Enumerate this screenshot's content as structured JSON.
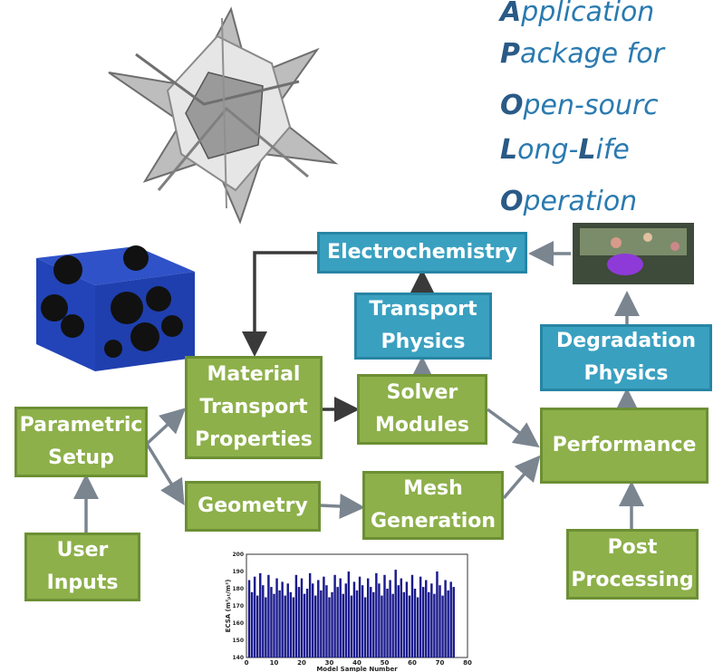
{
  "acronym": [
    {
      "initial": "A",
      "rest": "pplication"
    },
    {
      "initial": "P",
      "rest": "ackage for"
    },
    {
      "initial": "O",
      "rest": "pen-sourc"
    },
    {
      "initial": "L",
      "rest": "ong-",
      "initial2": "L",
      "rest2": "ife"
    },
    {
      "initial": "O",
      "rest": "peration"
    }
  ],
  "nodes": {
    "electrochemistry": "Electrochemistry",
    "transport_physics": "Transport\nPhysics",
    "degradation_physics": "Degradation\nPhysics",
    "material_transport": "Material\nTransport\nProperties",
    "solver_modules": "Solver\nModules",
    "parametric_setup": "Parametric\nSetup",
    "performance": "Performance",
    "geometry": "Geometry",
    "mesh_generation": "Mesh\nGeneration",
    "user_inputs": "User\nInputs",
    "post_processing": "Post\nProcessing"
  },
  "colors": {
    "green": "#8db04a",
    "blue": "#3aa0c0",
    "arrow": "#7a8590",
    "arrow_dark": "#3a3a3a",
    "bar": "#1a1a8c"
  },
  "chart_data": {
    "type": "bar",
    "xlabel": "Model Sample Number",
    "ylabel": "ECSA (m²ₚₜ/m²)",
    "x_ticks": [
      "0",
      "10",
      "20",
      "30",
      "40",
      "50",
      "60",
      "70",
      "80"
    ],
    "y_ticks": [
      "140",
      "150",
      "160",
      "170",
      "180",
      "190",
      "200"
    ],
    "xlim": [
      0,
      80
    ],
    "ylim": [
      140,
      200
    ],
    "values": [
      185,
      178,
      187,
      176,
      189,
      182,
      175,
      188,
      181,
      177,
      186,
      179,
      184,
      176,
      183,
      178,
      175,
      188,
      181,
      186,
      177,
      180,
      189,
      183,
      176,
      185,
      179,
      187,
      182,
      175,
      178,
      188,
      181,
      186,
      177,
      183,
      190,
      176,
      184,
      179,
      187,
      182,
      175,
      186,
      181,
      178,
      189,
      183,
      176,
      188,
      180,
      185,
      177,
      191,
      182,
      186,
      178,
      184,
      176,
      188,
      180,
      175,
      187,
      181,
      185,
      178,
      183,
      177,
      190,
      182,
      176,
      185,
      179,
      184,
      181
    ]
  }
}
